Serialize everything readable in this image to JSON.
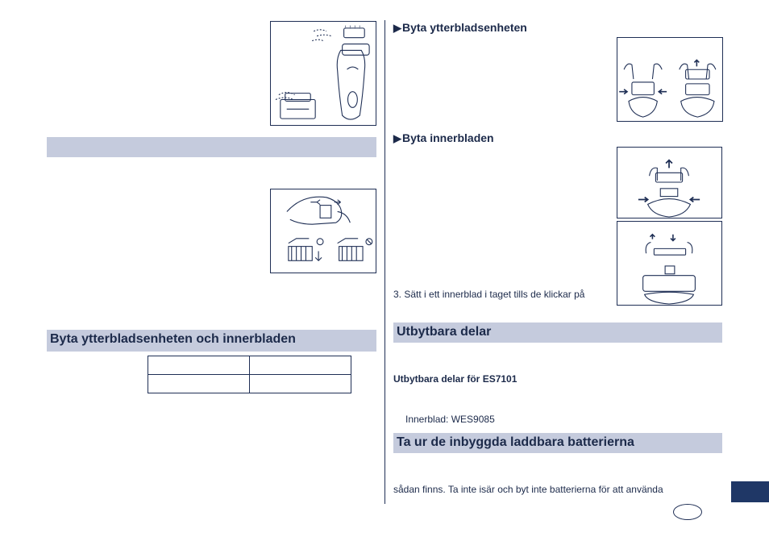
{
  "left": {
    "section_heading": "Byta ytterbladsenheten och innerbladen"
  },
  "right": {
    "outer_heading": "Byta ytterbladsenheten",
    "inner_heading": "Byta innerbladen",
    "step3": "3. Sätt i ett innerblad i taget tills de klickar på",
    "parts_heading": "Utbytbara delar",
    "parts_subheading": "Utbytbara delar för ES7101",
    "inner_blade_part": "Innerblad: WES9085",
    "battery_heading": "Ta ur de inbyggda laddbara batterierna",
    "battery_text": "sådan finns. Ta inte isär och byt inte batterierna för att använda"
  },
  "icons": [
    "triangle-right-icon",
    "triangle-right-icon",
    "ok-circle-icon",
    "prohibited-icon"
  ],
  "colors": {
    "band": "#c5cbdd",
    "text": "#1c2a4a",
    "line": "#1f2f55",
    "tab": "#1f3766"
  }
}
